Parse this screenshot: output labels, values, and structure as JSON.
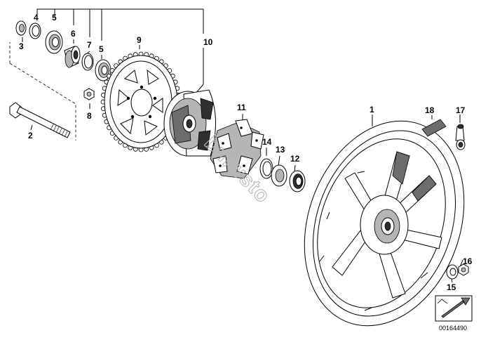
{
  "diagram": {
    "part_numbers": {
      "p1": "1",
      "p2": "2",
      "p3": "3",
      "p4": "4",
      "p5a": "5",
      "p5b": "5",
      "p6": "6",
      "p7": "7",
      "p8": "8",
      "p9": "9",
      "p10": "10",
      "p11": "11",
      "p12": "12",
      "p13": "13",
      "p14": "14",
      "p15": "15",
      "p16": "16",
      "p17": "17",
      "p18": "18"
    },
    "watermark": "bmwsto",
    "reference_id": "00164490"
  }
}
